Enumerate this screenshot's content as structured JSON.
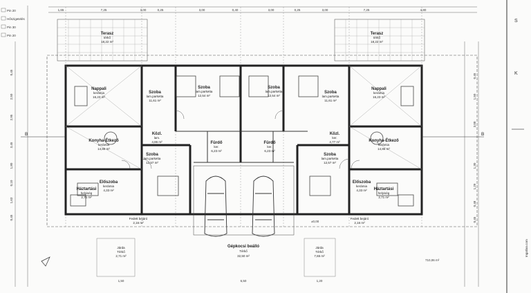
{
  "rooms": [
    {
      "name": "Nappali",
      "sub": "kerámia",
      "area": "16,23 m²"
    },
    {
      "name": "Szoba",
      "sub": "lam.parketta",
      "area": "11,61 m²"
    },
    {
      "name": "Szoba",
      "sub": "lam.parketta",
      "area": "12,54 m²"
    },
    {
      "name": "Szoba",
      "sub": "lam.parketta",
      "area": "12,54 m²"
    },
    {
      "name": "Szoba",
      "sub": "lam.parketta",
      "area": "11,61 m²"
    },
    {
      "name": "Nappali",
      "sub": "kerámia",
      "area": "16,23 m²"
    },
    {
      "name": "Konyha-Étkező",
      "sub": "kerámia",
      "area": "14,86 m²"
    },
    {
      "name": "Közl.",
      "sub": "lam.",
      "area": "4,86 m²"
    },
    {
      "name": "Fürdő",
      "sub": "ker.",
      "area": "6,23 m²"
    },
    {
      "name": "Fürdő",
      "sub": "ker.",
      "area": "6,23 m²"
    },
    {
      "name": "Közl.",
      "sub": "ker.",
      "area": "4,77 m²"
    },
    {
      "name": "Konyha-Étkező",
      "sub": "kerámia",
      "area": "14,86 m²"
    },
    {
      "name": "Szoba",
      "sub": "lam.parketta",
      "area": "12,57 m²"
    },
    {
      "name": "Szoba",
      "sub": "lam.parketta",
      "area": "12,57 m²"
    },
    {
      "name": "Előszoba",
      "sub": "kerámia",
      "area": "4,33 m²"
    },
    {
      "name": "Előszoba",
      "sub": "kerámia",
      "area": "4,33 m²"
    },
    {
      "name": "Háztartási",
      "sub": "helyiség",
      "area": "2,71 m²"
    },
    {
      "name": "Háztartási",
      "sub": "helyiség",
      "area": "2,71 m²"
    },
    {
      "name": "Terasz",
      "sub": "térkő",
      "area": "18,22 m²"
    },
    {
      "name": "Terasz",
      "sub": "térkő",
      "area": "18,22 m²"
    }
  ],
  "carport": {
    "name": "Gépkocsi beálló",
    "sub": "Térkő",
    "area": "32,50 m²"
  },
  "entrances": [
    {
      "name": "Fedett bejáró",
      "area": "2,16 m²"
    },
    {
      "name": "Fedett bejáró",
      "area": "2,16 m²"
    }
  ],
  "walkways": [
    {
      "name": "Járda",
      "sub": "Térkő",
      "area": "2,71 m²"
    },
    {
      "name": "Járda",
      "sub": "Térkő",
      "area": "7,65 m²"
    }
  ],
  "plot_area": "710,06 m²",
  "level": "±0,00",
  "top_dims": [
    "1,65",
    "7,25",
    "3,00",
    "0,25",
    "3,00",
    "0,40",
    "3,00",
    "0,25",
    "3,00",
    "7,25",
    "4,80"
  ],
  "bottom_dims": [
    "1,50",
    "6,50",
    "1,20"
  ],
  "left_dims": [
    "0,45",
    "2,50",
    "2,95",
    "3,45",
    "1,80",
    "0,10",
    "1,63",
    "0,45"
  ],
  "right_dims": [
    "0,45",
    "1,50",
    "3,00",
    "1,30",
    "1,29",
    "0,48",
    "0,45"
  ],
  "section_markers": [
    "B",
    "B"
  ],
  "legend_lines": [
    "Pin 20",
    "Hőszigetelés",
    "Pin 30",
    "Pin 20"
  ],
  "side_panel": [
    "S",
    "K"
  ],
  "watermark": "Ingatlan.com"
}
